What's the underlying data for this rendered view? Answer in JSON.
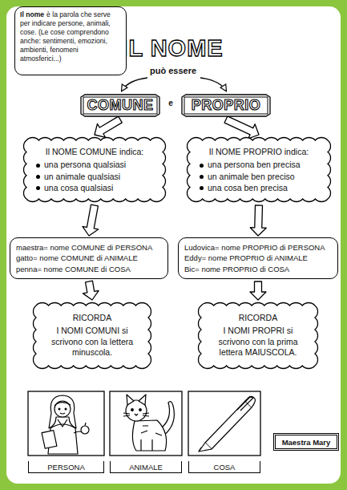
{
  "diagram": {
    "title": "IL NOME",
    "nodes": [
      {
        "text": [
          "Il nome",
          "è la parola che serve per indicare persone, animali, cose. (Le cose comprendono anche: sentimenti, emozioni, ambienti, fenomeni atmosferici...)"
        ]
      },
      {
        "text": [
          "COMUNE"
        ]
      },
      {
        "text": [
          "PROPRIO"
        ]
      },
      {
        "text": [
          "Il NOME COMUNE indica:",
          "una persona qualsiasi",
          "un animale qualsiasi",
          "una cosa qualsiasi"
        ]
      },
      {
        "text": [
          "Il NOME PROPRIO indica:",
          "una persona ben precisa",
          "un animale ben preciso",
          "una cosa ben precisa"
        ]
      },
      {
        "text": [
          "maestra= nome COMUNE di PERSONA",
          "gatto= nome COMUNE di ANIMALE",
          "penna= nome COMUNE di COSA"
        ]
      },
      {
        "text": [
          "Ludovica= nome PROPRIO di PERSONA",
          "Eddy= nome PROPRIO di ANIMALE",
          "Bic= nome PROPRIO di COSA"
        ]
      },
      {
        "text": [
          "RICORDA",
          "I NOMI COMUNI si scrivono con la lettera minuscola."
        ]
      },
      {
        "text": [
          "RICORDA",
          "I NOMI PROPRI si scrivono con la prima lettera MAIUSCOLA."
        ]
      },
      {
        "text": [
          "PERSONA"
        ]
      },
      {
        "text": [
          "ANIMALE"
        ]
      },
      {
        "text": [
          "COSA"
        ]
      },
      {
        "text": [
          "Maestra Mary"
        ]
      }
    ],
    "edges": [
      {
        "from": 1,
        "to": 3,
        "arrow": "to"
      },
      {
        "from": 2,
        "to": 4,
        "arrow": "to"
      },
      {
        "from": 3,
        "to": 5,
        "arrow": "to"
      },
      {
        "from": 4,
        "to": 6,
        "arrow": "to"
      },
      {
        "from": 5,
        "to": 7,
        "arrow": "to"
      },
      {
        "from": 6,
        "to": 8,
        "arrow": "to"
      }
    ],
    "labels": [
      "può essere",
      "e"
    ]
  }
}
